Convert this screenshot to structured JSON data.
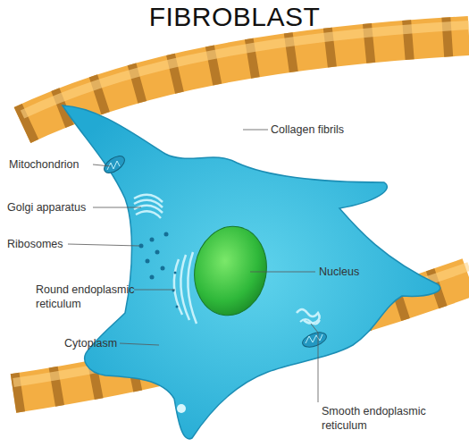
{
  "diagram": {
    "title": "FIBROBLAST",
    "labels": [
      "Collagen fibrils",
      "Mitochondrion",
      "Golgi apparatus",
      "Ribosomes",
      "Nucleus",
      "Round endoplasmic reticulum",
      "Cytoplasm",
      "Smooth endoplasmic reticulum"
    ]
  }
}
